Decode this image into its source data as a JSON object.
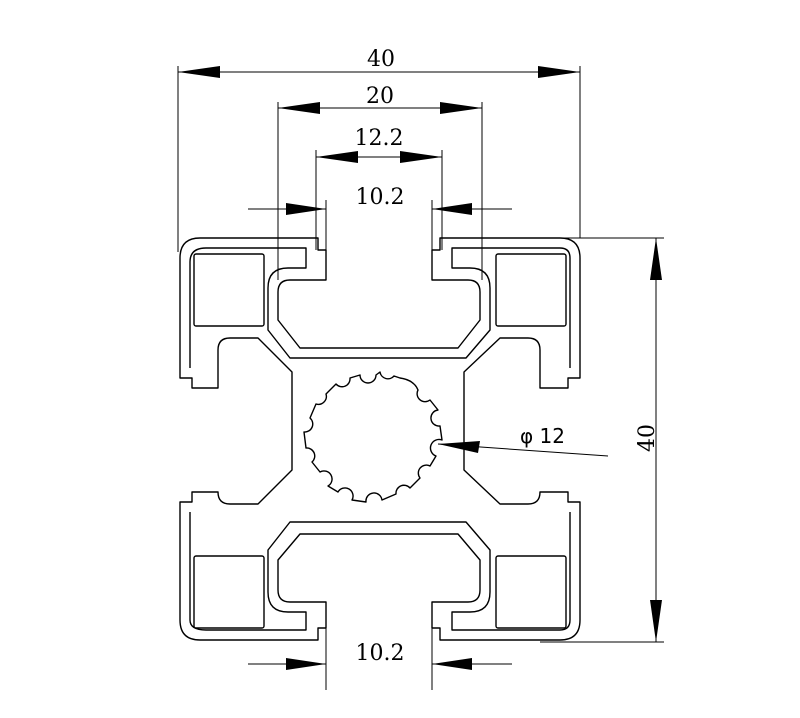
{
  "drawing": {
    "dimensions": {
      "overall_width": "40",
      "overall_height": "40",
      "outer_slot_width": "20",
      "inner_slot_width": "12.2",
      "top_slot_opening": "10.2",
      "bottom_slot_opening": "10.2",
      "center_bore": "φ 12"
    }
  }
}
